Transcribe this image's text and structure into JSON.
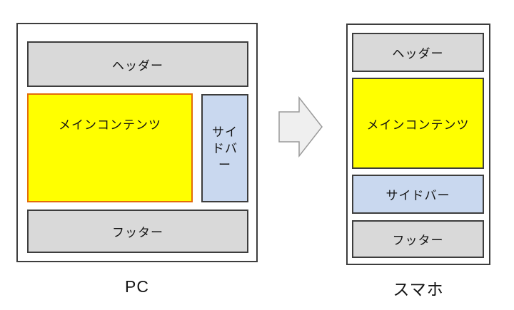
{
  "colors": {
    "box_gray": "#d9d9d9",
    "box_yellow": "#ffff00",
    "box_blue": "#c9d8ef",
    "border_dark": "#3d3d3d",
    "main_border_orange": "#e36c0a",
    "arrow_fill": "#efefef",
    "arrow_stroke": "#9a9a9a",
    "text": "#141414"
  },
  "pc": {
    "caption": "PC",
    "header_label": "ヘッダー",
    "main_label": "メインコンテンツ",
    "sidebar_label": "サイドバー",
    "footer_label": "フッター"
  },
  "smartphone": {
    "caption": "スマホ",
    "header_label": "ヘッダー",
    "main_label": "メインコンテンツ",
    "sidebar_label": "サイドバー",
    "footer_label": "フッター"
  },
  "arrow": {
    "icon": "right-block-arrow-icon",
    "direction": "right"
  }
}
